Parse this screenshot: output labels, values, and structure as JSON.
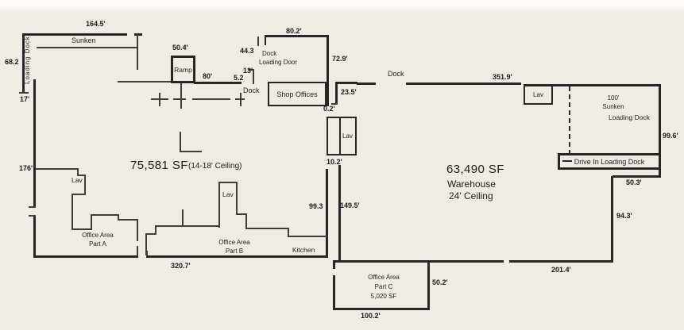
{
  "canvas": {
    "background": "#efece6",
    "wall_color": "#262626"
  },
  "areas": {
    "left_building": {
      "size": "75,581 SF",
      "ceiling": "(14-18' Ceiling)"
    },
    "warehouse": {
      "size": "63,490 SF",
      "name": "Warehouse",
      "ceiling": "24' Ceiling"
    },
    "office_a": {
      "line1": "Office Area",
      "line2": "Part A"
    },
    "office_b": {
      "line1": "Office Area",
      "line2": "Part B"
    },
    "office_c": {
      "line1": "Office Area",
      "line2": "Part C",
      "size": "5,020 SF"
    },
    "kitchen": "Kitchen",
    "shop_offices": "Shop Offices",
    "ramp": "Ramp"
  },
  "docks": {
    "sunken_left": "Sunken",
    "loading_dock_left": "Loading Dock",
    "dock_loading_door_line1": "Dock",
    "dock_loading_door_line2": "Loading Door",
    "dock_mid": "Dock",
    "dock_top": "Dock",
    "sunken_right_line1": "100'",
    "sunken_right_line2": "Sunken",
    "loading_dock_right": "Loading Dock",
    "drive_in": "Drive In Loading Dock"
  },
  "lavatories": {
    "mid": "Lav",
    "right": "Lav",
    "part_a": "Lav",
    "part_b": "Lav"
  },
  "dimensions": {
    "d164_5": "164.5'",
    "d68_2": "68.2",
    "d17": "17'",
    "d176": "176'",
    "d50_4": "50.4'",
    "d80": "80'",
    "d5_2": "5.2",
    "d13": "13'",
    "d44_3": "44.3",
    "d80_2": "80.2'",
    "d72_9": "72.9'",
    "d23_5": "23.5'",
    "d0_2": "0.2'",
    "d10_2": "10.2'",
    "d351_9": "351.9'",
    "d99_6": "99.6'",
    "d50_3": "50.3'",
    "d94_3": "94.3'",
    "d201_4": "201.4'",
    "d50_2": "50.2'",
    "d100_2": "100.2'",
    "d149_5": "149.5'",
    "d99_3": "99.3",
    "d320_7": "320.7'"
  }
}
